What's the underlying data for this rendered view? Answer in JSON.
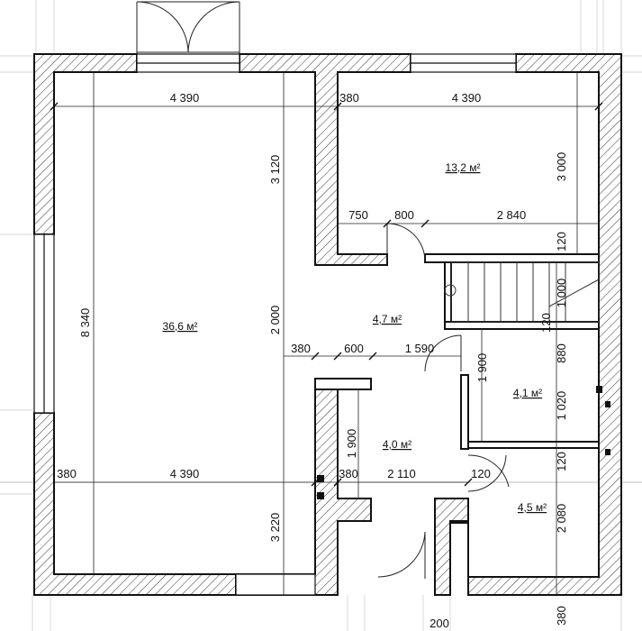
{
  "plan": {
    "dimensions": {
      "top_left_width": "4 390",
      "top_wall_380": "380",
      "top_right_width": "4 390",
      "room_right_height": "3 000",
      "left_room_upper_height": "3 120",
      "door_750": "750",
      "door_800": "800",
      "span_2840": "2 840",
      "wall_120_a": "120",
      "stair_1000": "1 000",
      "wall_120_b": "120",
      "left_total_height": "8 340",
      "hall_2000": "2 000",
      "hall_380": "380",
      "hall_600": "600",
      "hall_1590": "1 590",
      "bath_880": "880",
      "corridor_1900": "1 900",
      "bath_1020": "1 020",
      "vest_1900": "1 900",
      "bottom_left_380": "380",
      "bottom_left_4390": "4 390",
      "left_lower_3220": "3 220",
      "bottom_mid_380": "380",
      "bottom_2110": "2 110",
      "bottom_120": "120",
      "wall_120_c": "120",
      "wc_2080": "2 080",
      "bottom_200": "200",
      "bottom_380_v": "380"
    },
    "rooms": {
      "living": "36,6 м²",
      "bedroom": "13,2 м²",
      "hall": "4,7 м²",
      "bath": "4,1 м²",
      "vestibule": "4,0 м²",
      "wc": "4,5 м²"
    }
  }
}
